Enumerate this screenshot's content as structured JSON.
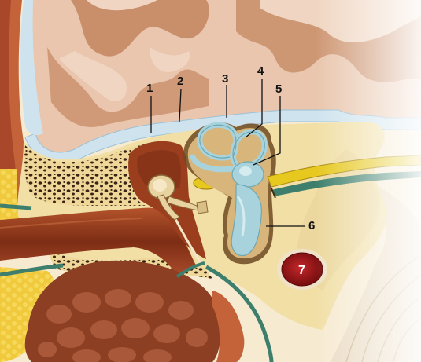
{
  "labels": {
    "l1": "1",
    "l2": "2",
    "l3": "3",
    "l4": "4",
    "l5": "5",
    "l6": "6",
    "l7": "7"
  },
  "colors": {
    "brain": "#e8c3a9",
    "brain_fold": "#c98e6a",
    "membrane": "#cfe3ee",
    "bone": "#f1dfa6",
    "spongy_bone": "#3a2413",
    "muscle": "#b8552c",
    "canal": "#9a3e1e",
    "fat": "#f3d24a",
    "nerve": "#e6c81e",
    "vessel": "#8f0e12",
    "labyrinth": "#a8d3dc",
    "gland": "#9a4a2a",
    "sheath": "#3d7f6c"
  }
}
